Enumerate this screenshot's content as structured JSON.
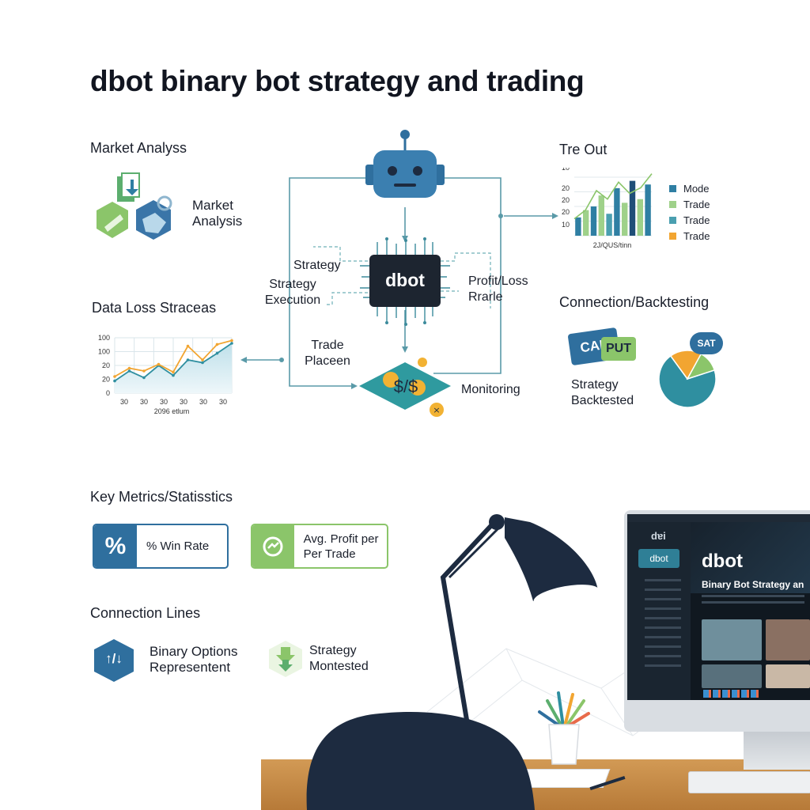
{
  "title": "dbot binary bot strategy and trading",
  "market_analysis": {
    "heading": "Market Analyss",
    "label": "Market Analysis"
  },
  "data_loss": {
    "heading": "Data Loss Straceas"
  },
  "tre_out": {
    "heading": "Tre Out"
  },
  "connection_backtesting": {
    "heading": "Connection/Backtesting",
    "chip_call": "CAL",
    "chip_put": "PUT",
    "bubble": "SAT",
    "label": "Strategy Backtested"
  },
  "flow": {
    "chip_label": "dbot",
    "strategy": "Strategy",
    "strategy_execution": "Strategy Execution",
    "profit_loss": "Profit/Loss Rrarle",
    "trade_placement": "Trade Placeen",
    "monitoring": "Monitoring",
    "dollar_symbol": "$/$"
  },
  "key_metrics": {
    "heading": "Key Metrics/Statisstics",
    "win_rate_icon": "%",
    "win_rate_label": "% Win Rate",
    "profit_label": "Avg. Profit per Per Trade"
  },
  "connection_lines": {
    "heading": "Connection Lines",
    "binary_icon": "↑/↓",
    "binary_label": "Binary Options Representent",
    "strategy_label": "Strategy Montested"
  },
  "monitor_screen": {
    "logo": "dɐi",
    "button": "dbot",
    "title": "dbot",
    "subtitle": "Binary Bot Strategy an"
  },
  "colors": {
    "navy": "#1d2b40",
    "teal": "#2f8fa0",
    "green": "#8bc56a",
    "orange": "#f2a531",
    "blue": "#3a75a8"
  },
  "chart_data": [
    {
      "type": "line",
      "title": "Data Loss Straceas",
      "xlabel": "2096 etlum",
      "x_ticks": [
        "30",
        "30",
        "30",
        "30",
        "30",
        "30"
      ],
      "y_ticks": [
        "0",
        "20",
        "20",
        "100",
        "100"
      ],
      "series": [
        {
          "values": [
            22,
            40,
            28,
            50,
            32,
            60,
            55,
            72,
            90
          ]
        },
        {
          "values": [
            30,
            45,
            40,
            52,
            38,
            85,
            60,
            88,
            95
          ]
        }
      ]
    },
    {
      "type": "bar",
      "title": "Tre Out",
      "xlabel": "2J/QUS/tinn",
      "y_ticks": [
        "10",
        "20",
        "20",
        "20",
        "10"
      ],
      "legend": [
        "Mode",
        "Trade",
        "Trade",
        "Trade"
      ],
      "legend_colors": [
        "#2f7fa3",
        "#9fd18a",
        "#4a9fb0",
        "#f2a531"
      ],
      "bar_values": [
        10,
        14,
        16,
        22,
        12,
        26,
        18,
        30,
        20,
        28
      ],
      "bar_colors": [
        "#2f7fa3",
        "#9fd18a",
        "#2f7fa3",
        "#9fd18a",
        "#4a9fb0",
        "#2f7fa3",
        "#9fd18a",
        "#1f4f78",
        "#9fd18a",
        "#2f7fa3"
      ],
      "line_values": [
        12,
        18,
        32,
        26,
        38,
        30,
        34,
        44
      ]
    },
    {
      "type": "pie",
      "values": [
        70,
        18,
        12
      ],
      "colors": [
        "#2f8fa0",
        "#f2a531",
        "#8bc56a"
      ]
    }
  ]
}
